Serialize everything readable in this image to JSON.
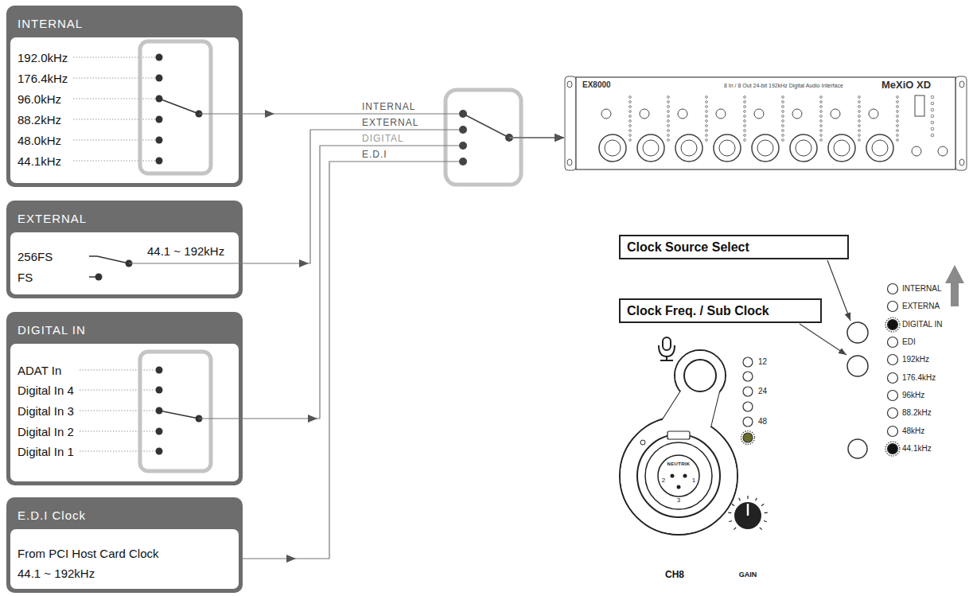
{
  "diagram": {
    "nodes": [
      {
        "text": [
          "INTERNAL",
          "192.0kHz",
          "176.4kHz",
          "96.0kHz",
          "88.2kHz",
          "48.0kHz",
          "44.1kHz"
        ]
      },
      {
        "text": [
          "EXTERNAL",
          "256FS",
          "FS",
          "44.1 ~ 192kHz"
        ]
      },
      {
        "text": [
          "DIGITAL IN",
          "ADAT In",
          "Digital In 4",
          "Digital In 3",
          "Digital In 2",
          "Digital In 1"
        ]
      },
      {
        "text": [
          "E.D.I Clock",
          "From PCI Host Card Clock 44.1 ~ 192kHz"
        ]
      },
      {
        "text": [
          "EX8000",
          "8 In / 8 Out 24-bit 192kHz Digital Audio Interface",
          "MeXiO XD"
        ]
      },
      {
        "text": [
          "Clock Source Select"
        ]
      },
      {
        "text": [
          "Clock Freq. / Sub Clock"
        ]
      }
    ],
    "edges": [
      {
        "from": 0,
        "to": 4,
        "label": "INTERNAL",
        "arrow": "to"
      },
      {
        "from": 1,
        "to": 4,
        "label": "EXTERNAL",
        "arrow": "to"
      },
      {
        "from": 2,
        "to": 4,
        "label": "DIGITAL",
        "arrow": "to"
      },
      {
        "from": 3,
        "to": 4,
        "label": "E.D.I",
        "arrow": "to"
      }
    ],
    "labels": [
      "INTERNAL",
      "EXTERNA",
      "DIGITAL IN",
      "EDI",
      "192kHz",
      "176.4kHz",
      "96kHz",
      "88.2kHz",
      "48kHz",
      "44.1kHz",
      "12",
      "24",
      "48",
      "NEUTRIK",
      "2",
      "1",
      "3",
      "CH8",
      "GAIN"
    ]
  }
}
